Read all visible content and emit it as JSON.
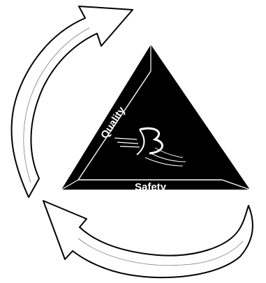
{
  "diagram": {
    "labels": {
      "quality": "Quality",
      "safety": "Safety"
    },
    "colors": {
      "ink": "#000000",
      "paper": "#ffffff"
    },
    "emblem": "stylized-b-logo",
    "arrows": [
      "cycle-arrow-upper",
      "cycle-arrow-lower"
    ]
  }
}
